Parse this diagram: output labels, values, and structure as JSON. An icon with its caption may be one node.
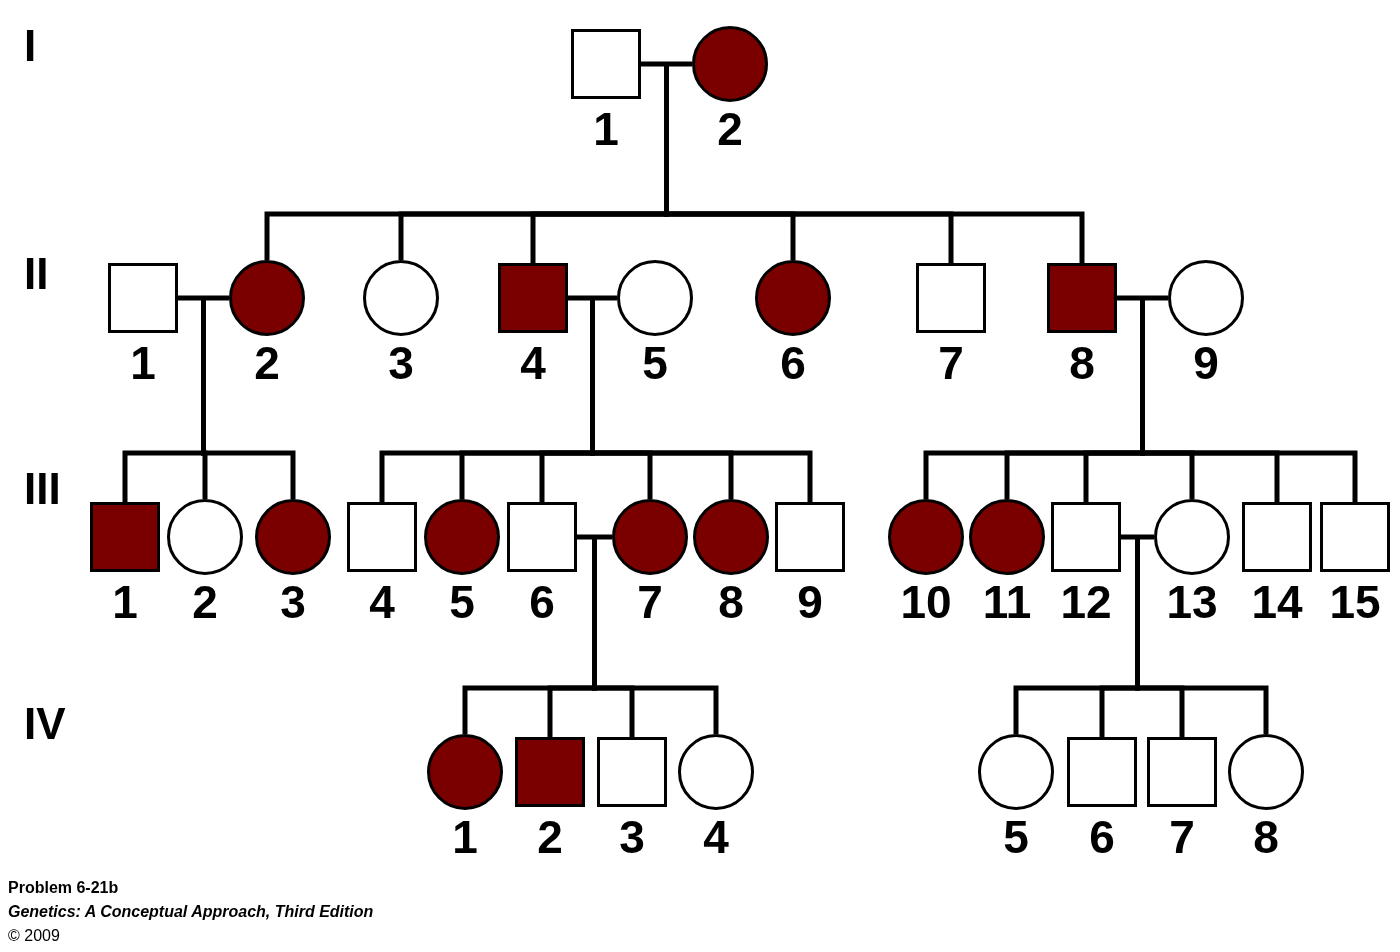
{
  "diagram": {
    "nodes": [
      {
        "text": [],
        "shape": "box",
        "beside": [
          "1"
        ]
      },
      {
        "text": [],
        "shape": "filled-circle",
        "beside": [
          "2"
        ]
      },
      {
        "text": [],
        "shape": "box",
        "beside": [
          "1"
        ]
      },
      {
        "text": [],
        "shape": "filled-circle",
        "beside": [
          "2"
        ]
      },
      {
        "text": [],
        "shape": "circle",
        "beside": [
          "3"
        ]
      },
      {
        "text": [],
        "shape": "filled-box",
        "beside": [
          "4"
        ]
      },
      {
        "text": [],
        "shape": "circle",
        "beside": [
          "5"
        ]
      },
      {
        "text": [],
        "shape": "filled-circle",
        "beside": [
          "6"
        ]
      },
      {
        "text": [],
        "shape": "box",
        "beside": [
          "7"
        ]
      },
      {
        "text": [],
        "shape": "filled-box",
        "beside": [
          "8"
        ]
      },
      {
        "text": [],
        "shape": "circle",
        "beside": [
          "9"
        ]
      },
      {
        "text": [],
        "shape": "filled-box",
        "beside": [
          "1"
        ]
      },
      {
        "text": [],
        "shape": "circle",
        "beside": [
          "2"
        ]
      },
      {
        "text": [],
        "shape": "filled-circle",
        "beside": [
          "3"
        ]
      },
      {
        "text": [],
        "shape": "box",
        "beside": [
          "4"
        ]
      },
      {
        "text": [],
        "shape": "filled-circle",
        "beside": [
          "5"
        ]
      },
      {
        "text": [],
        "shape": "box",
        "beside": [
          "6"
        ]
      },
      {
        "text": [],
        "shape": "filled-circle",
        "beside": [
          "7"
        ]
      },
      {
        "text": [],
        "shape": "filled-circle",
        "beside": [
          "8"
        ]
      },
      {
        "text": [],
        "shape": "box",
        "beside": [
          "9"
        ]
      },
      {
        "text": [],
        "shape": "filled-circle",
        "beside": [
          "10"
        ]
      },
      {
        "text": [],
        "shape": "filled-circle",
        "beside": [
          "11"
        ]
      },
      {
        "text": [],
        "shape": "box",
        "beside": [
          "12"
        ]
      },
      {
        "text": [],
        "shape": "circle",
        "beside": [
          "13"
        ]
      },
      {
        "text": [],
        "shape": "box",
        "beside": [
          "14"
        ]
      },
      {
        "text": [],
        "shape": "box",
        "beside": [
          "15"
        ]
      },
      {
        "text": [],
        "shape": "filled-circle",
        "beside": [
          "1"
        ]
      },
      {
        "text": [],
        "shape": "filled-box",
        "beside": [
          "2"
        ]
      },
      {
        "text": [],
        "shape": "box",
        "beside": [
          "3"
        ]
      },
      {
        "text": [],
        "shape": "circle",
        "beside": [
          "4"
        ]
      },
      {
        "text": [],
        "shape": "circle",
        "beside": [
          "5"
        ]
      },
      {
        "text": [],
        "shape": "box",
        "beside": [
          "6"
        ]
      },
      {
        "text": [],
        "shape": "box",
        "beside": [
          "7"
        ]
      },
      {
        "text": [],
        "shape": "circle",
        "beside": [
          "8"
        ]
      }
    ],
    "edges": [
      {
        "from": 0,
        "to": 1,
        "arrow": "none"
      },
      {
        "from": 0,
        "to": 3,
        "arrow": "none"
      },
      {
        "from": 1,
        "to": 3,
        "arrow": "none"
      },
      {
        "from": 0,
        "to": 4,
        "arrow": "none"
      },
      {
        "from": 1,
        "to": 4,
        "arrow": "none"
      },
      {
        "from": 0,
        "to": 5,
        "arrow": "none"
      },
      {
        "from": 1,
        "to": 5,
        "arrow": "none"
      },
      {
        "from": 0,
        "to": 7,
        "arrow": "none"
      },
      {
        "from": 1,
        "to": 7,
        "arrow": "none"
      },
      {
        "from": 0,
        "to": 8,
        "arrow": "none"
      },
      {
        "from": 1,
        "to": 8,
        "arrow": "none"
      },
      {
        "from": 0,
        "to": 9,
        "arrow": "none"
      },
      {
        "from": 1,
        "to": 9,
        "arrow": "none"
      },
      {
        "from": 2,
        "to": 3,
        "arrow": "none"
      },
      {
        "from": 2,
        "to": 11,
        "arrow": "none"
      },
      {
        "from": 3,
        "to": 11,
        "arrow": "none"
      },
      {
        "from": 2,
        "to": 12,
        "arrow": "none"
      },
      {
        "from": 3,
        "to": 12,
        "arrow": "none"
      },
      {
        "from": 2,
        "to": 13,
        "arrow": "none"
      },
      {
        "from": 3,
        "to": 13,
        "arrow": "none"
      },
      {
        "from": 5,
        "to": 6,
        "arrow": "none"
      },
      {
        "from": 5,
        "to": 14,
        "arrow": "none"
      },
      {
        "from": 6,
        "to": 14,
        "arrow": "none"
      },
      {
        "from": 5,
        "to": 15,
        "arrow": "none"
      },
      {
        "from": 6,
        "to": 15,
        "arrow": "none"
      },
      {
        "from": 5,
        "to": 16,
        "arrow": "none"
      },
      {
        "from": 6,
        "to": 16,
        "arrow": "none"
      },
      {
        "from": 5,
        "to": 17,
        "arrow": "none"
      },
      {
        "from": 6,
        "to": 17,
        "arrow": "none"
      },
      {
        "from": 5,
        "to": 18,
        "arrow": "none"
      },
      {
        "from": 6,
        "to": 18,
        "arrow": "none"
      },
      {
        "from": 5,
        "to": 19,
        "arrow": "none"
      },
      {
        "from": 6,
        "to": 19,
        "arrow": "none"
      },
      {
        "from": 9,
        "to": 10,
        "arrow": "none"
      },
      {
        "from": 9,
        "to": 20,
        "arrow": "none"
      },
      {
        "from": 10,
        "to": 20,
        "arrow": "none"
      },
      {
        "from": 9,
        "to": 21,
        "arrow": "none"
      },
      {
        "from": 10,
        "to": 21,
        "arrow": "none"
      },
      {
        "from": 9,
        "to": 22,
        "arrow": "none"
      },
      {
        "from": 10,
        "to": 22,
        "arrow": "none"
      },
      {
        "from": 9,
        "to": 23,
        "arrow": "none"
      },
      {
        "from": 10,
        "to": 23,
        "arrow": "none"
      },
      {
        "from": 9,
        "to": 24,
        "arrow": "none"
      },
      {
        "from": 10,
        "to": 24,
        "arrow": "none"
      },
      {
        "from": 9,
        "to": 25,
        "arrow": "none"
      },
      {
        "from": 10,
        "to": 25,
        "arrow": "none"
      },
      {
        "from": 16,
        "to": 17,
        "arrow": "none"
      },
      {
        "from": 16,
        "to": 26,
        "arrow": "none"
      },
      {
        "from": 17,
        "to": 26,
        "arrow": "none"
      },
      {
        "from": 16,
        "to": 27,
        "arrow": "none"
      },
      {
        "from": 17,
        "to": 27,
        "arrow": "none"
      },
      {
        "from": 16,
        "to": 28,
        "arrow": "none"
      },
      {
        "from": 17,
        "to": 28,
        "arrow": "none"
      },
      {
        "from": 16,
        "to": 29,
        "arrow": "none"
      },
      {
        "from": 17,
        "to": 29,
        "arrow": "none"
      },
      {
        "from": 22,
        "to": 23,
        "arrow": "none"
      },
      {
        "from": 22,
        "to": 30,
        "arrow": "none"
      },
      {
        "from": 23,
        "to": 30,
        "arrow": "none"
      },
      {
        "from": 22,
        "to": 31,
        "arrow": "none"
      },
      {
        "from": 23,
        "to": 31,
        "arrow": "none"
      },
      {
        "from": 22,
        "to": 32,
        "arrow": "none"
      },
      {
        "from": 23,
        "to": 32,
        "arrow": "none"
      },
      {
        "from": 22,
        "to": 33,
        "arrow": "none"
      },
      {
        "from": 23,
        "to": 33,
        "arrow": "none"
      }
    ],
    "labels": [
      "I",
      "II",
      "III",
      "IV",
      "Problem 6-21b",
      "Genetics: A Conceptual Approach, Third Edition",
      "© 2009"
    ]
  }
}
